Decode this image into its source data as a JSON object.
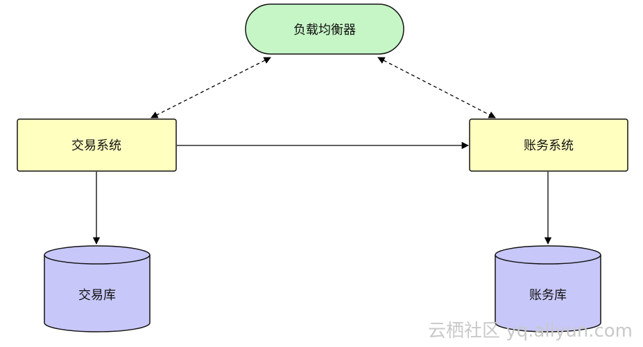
{
  "nodes": {
    "load_balancer": {
      "label": "负载均衡器",
      "fill": "#c6f5c6"
    },
    "trade_system": {
      "label": "交易系统",
      "fill": "#ffffc0"
    },
    "account_system": {
      "label": "账务系统",
      "fill": "#ffffc0"
    },
    "trade_db": {
      "label": "交易库",
      "fill": "#c7c7f9"
    },
    "account_db": {
      "label": "账务库",
      "fill": "#c7c7f9"
    }
  },
  "watermark": "云栖社区 yq.aliyun.com"
}
